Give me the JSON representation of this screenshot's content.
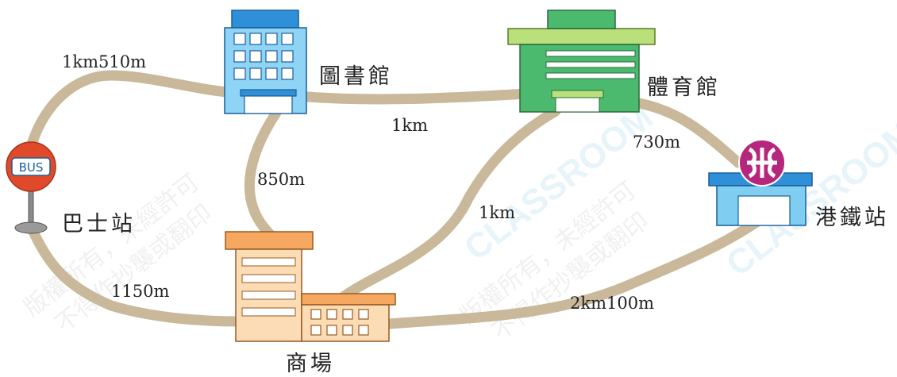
{
  "places": {
    "bus_stop": "巴士站",
    "library": "圖書館",
    "sports_center": "體育館",
    "mtr_station": "港鐵站",
    "mall": "商場"
  },
  "bus_sign_text": "BUS",
  "distances": {
    "bus_library": "1km510m",
    "library_sports": "1km",
    "library_mall": "850m",
    "sports_mall": "1km",
    "sports_mtr": "730m",
    "mall_mtr": "2km100m",
    "bus_mall": "1150m"
  },
  "watermarks": {
    "brand": "CLASSROOM",
    "notice_line1": "版權所有，未經許可",
    "notice_line2": "不得作抄襲或翻印"
  },
  "colors": {
    "road": "#c9b89a",
    "library_body": "#8fd3f5",
    "library_roof": "#2f8fd8",
    "sports_body": "#4cba6e",
    "sports_roof": "#b9e07a",
    "mall_body": "#fcdcb4",
    "mall_roof": "#f7a860",
    "mtr_body": "#7fcdf0",
    "mtr_logo": "#b5267d",
    "bus_sign": "#e04a2a"
  }
}
